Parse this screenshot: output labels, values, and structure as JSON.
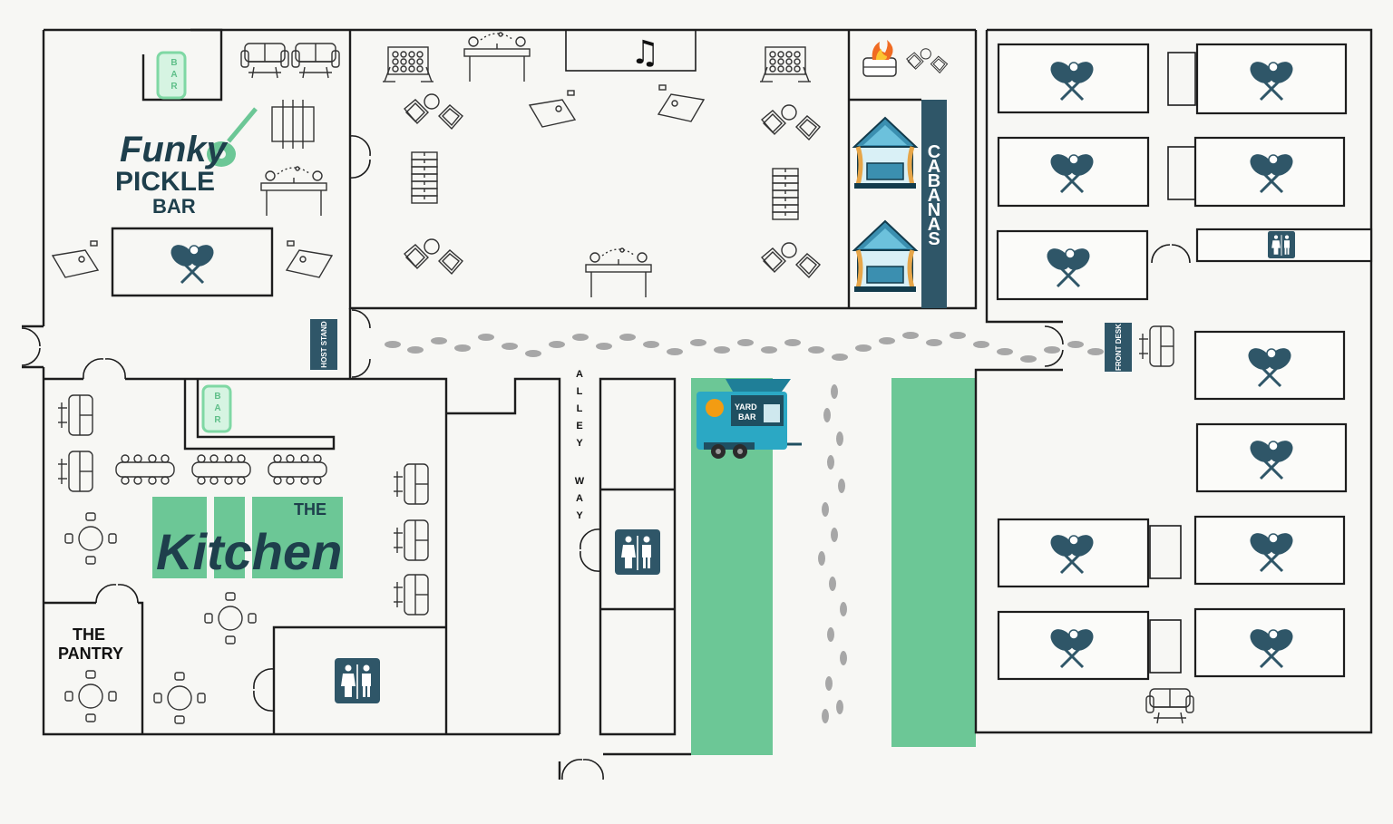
{
  "venue": {
    "logo": {
      "line1": "Funky",
      "line2": "PICKLE",
      "line3": "BAR"
    },
    "kitchen": {
      "the": "THE",
      "name": "Kitchen"
    },
    "pantry": {
      "line1": "THE",
      "line2": "PANTRY"
    },
    "host_stand": "HOST STAND",
    "front_desk": "FRONT DESK",
    "cabanas": "CABANAS",
    "alley_way": [
      "A",
      "L",
      "L",
      "E",
      "Y",
      "W",
      "A",
      "Y"
    ],
    "yard_bar": {
      "line1": "YARD",
      "line2": "BAR"
    },
    "bar_sign": [
      "B",
      "A",
      "R"
    ]
  },
  "colors": {
    "lawn_green": "#6cc796",
    "brand_teal": "#2f5668",
    "neon_bar": "#7fd8a4",
    "truck_blue": "#2ba8c4"
  },
  "icons": [
    "pickleball-paddles-icon",
    "restroom-icon",
    "fire-pit-icon",
    "music-note-icon",
    "cabana-icon",
    "guitar-icon",
    "food-truck-icon",
    "footsteps-icon",
    "ping-pong-table-icon",
    "connect-four-icon",
    "cornhole-icon",
    "jenga-icon",
    "foosball-icon",
    "sofa-icon",
    "lounge-chairs-icon",
    "round-table-icon",
    "long-table-icon"
  ]
}
